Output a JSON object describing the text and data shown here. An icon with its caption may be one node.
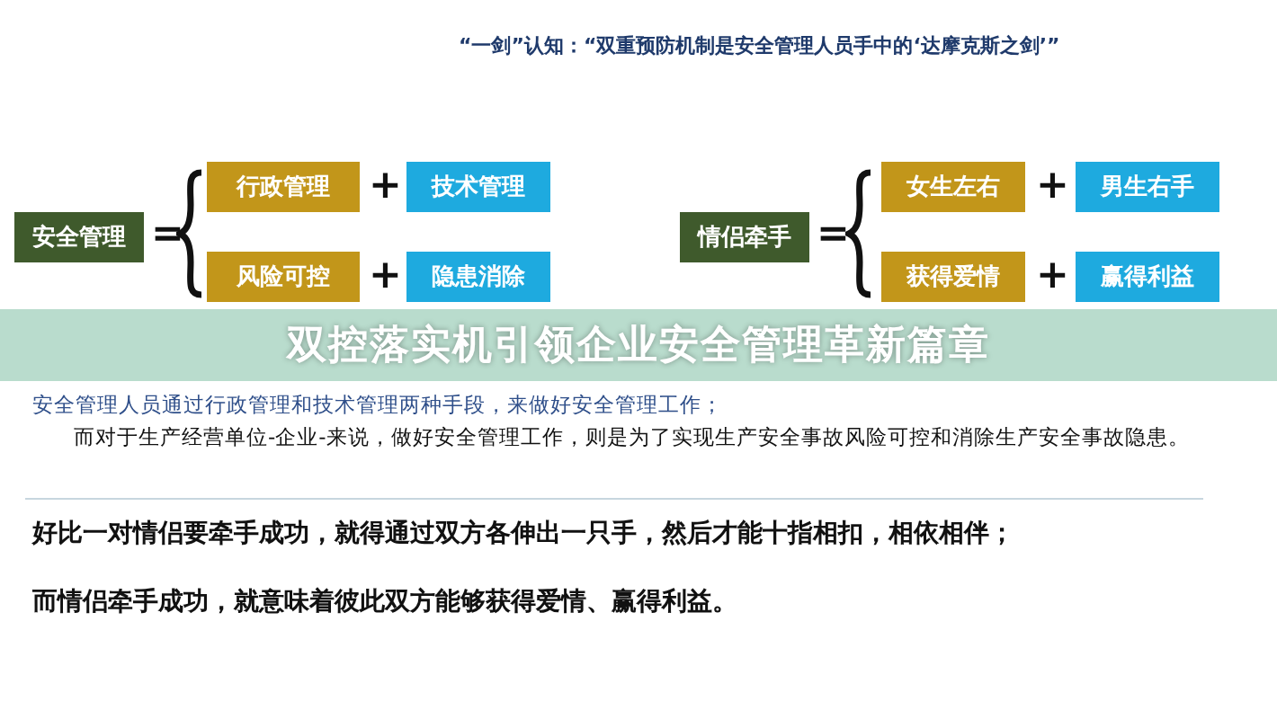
{
  "diagram": {
    "title": "双控落实机引领企业安全管理革新篇章",
    "nodes": [
      {
        "text": [
          "安全管理"
        ]
      },
      {
        "text": [
          "行政管理"
        ]
      },
      {
        "text": [
          "技术管理"
        ]
      },
      {
        "text": [
          "风险可控"
        ]
      },
      {
        "text": [
          "隐患消除"
        ]
      },
      {
        "text": [
          "情侣牵手"
        ]
      },
      {
        "text": [
          "女生左右"
        ]
      },
      {
        "text": [
          "男生右手"
        ]
      },
      {
        "text": [
          "获得爱情"
        ]
      },
      {
        "text": [
          "赢得利益"
        ]
      }
    ],
    "labels": [
      "“一剑”认知：“双重预防机制是安全管理人员手中的‘达摩克斯之剑’”",
      "=",
      "+",
      "+",
      "=",
      "+",
      "+",
      "安全管理人员通过行政管理和技术管理两种手段，来做好安全管理工作；",
      "而对于生产经营单位-企业-来说，做好安全管理工作，则是为了实现生产安全事故风险可控和消除生产安全事故隐患。",
      "好比一对情侣要牵手成功，就得通过双方各伸出一只手，然后才能十指相扣，相依相伴；",
      "而情侣牵手成功，就意味着彼此双方能够获得爱情、赢得利益。"
    ]
  }
}
